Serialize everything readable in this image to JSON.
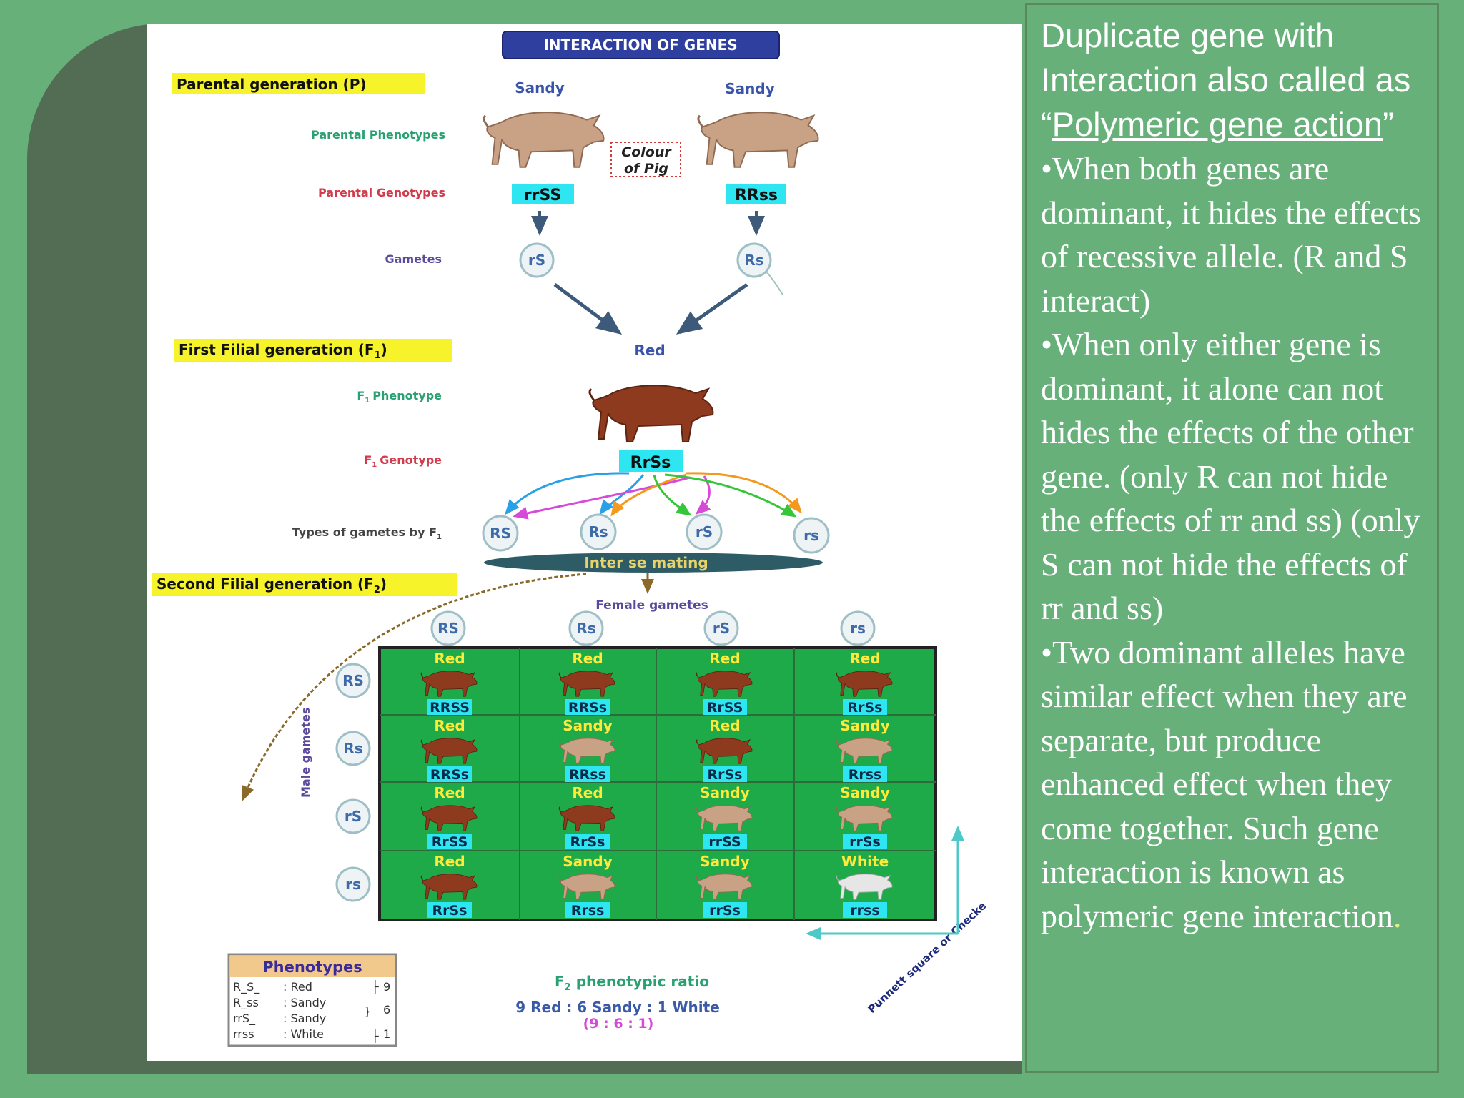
{
  "diagram": {
    "title": "INTERACTION OF GENES",
    "left_labels": {
      "parental_generation": "Parental generation (P)",
      "parental_phenotypes": "Parental Phenotypes",
      "parental_genotypes": "Parental Genotypes",
      "gametes": "Gametes",
      "first_filial": "First Filial generation (F",
      "first_filial_sub": "1",
      "f1_phenotype": "Phenotype",
      "f1_genotype": "Genotype",
      "f1_prefix": "F",
      "f1_prefix_sub": "1",
      "types_of_gametes": "Types of gametes by F",
      "types_of_gametes_sub": "1",
      "second_filial": "Second Filial generation (F",
      "second_filial_sub": "2"
    },
    "parents": [
      {
        "phenotype": "Sandy",
        "genotype": "rrSS",
        "gamete": "rS"
      },
      {
        "phenotype": "Sandy",
        "genotype": "RRss",
        "gamete": "Rs"
      }
    ],
    "colour_note": [
      "Colour",
      "of Pig"
    ],
    "f1": {
      "phenotype": "Red",
      "genotype": "RrSs"
    },
    "f1_gametes": [
      "RS",
      "Rs",
      "rS",
      "rs"
    ],
    "inter_se": "Inter se mating",
    "female_gametes_label": "Female gametes",
    "male_gametes_label": "Male gametes",
    "female_gametes": [
      "RS",
      "Rs",
      "rS",
      "rs"
    ],
    "male_gametes": [
      "RS",
      "Rs",
      "rS",
      "rs"
    ],
    "punnett": [
      [
        {
          "ph": "Red",
          "g": "RRSS"
        },
        {
          "ph": "Red",
          "g": "RRSs"
        },
        {
          "ph": "Red",
          "g": "RrSS"
        },
        {
          "ph": "Red",
          "g": "RrSs"
        }
      ],
      [
        {
          "ph": "Red",
          "g": "RRSs"
        },
        {
          "ph": "Sandy",
          "g": "RRss"
        },
        {
          "ph": "Red",
          "g": "RrSs"
        },
        {
          "ph": "Sandy",
          "g": "Rrss"
        }
      ],
      [
        {
          "ph": "Red",
          "g": "RrSS"
        },
        {
          "ph": "Red",
          "g": "RrSs"
        },
        {
          "ph": "Sandy",
          "g": "rrSS"
        },
        {
          "ph": "Sandy",
          "g": "rrSs"
        }
      ],
      [
        {
          "ph": "Red",
          "g": "RrSs"
        },
        {
          "ph": "Sandy",
          "g": "Rrss"
        },
        {
          "ph": "Sandy",
          "g": "rrSs"
        },
        {
          "ph": "White",
          "g": "rrss"
        }
      ]
    ],
    "punnett_label": "Punnett square or Checke",
    "phenotypes_box": {
      "title": "Phenotypes",
      "rows": [
        {
          "g": "R_S_",
          "p": ": Red",
          "n": "9"
        },
        {
          "g": "R_ss",
          "p": ": Sandy",
          "n": "6"
        },
        {
          "g": "rrS_",
          "p": ": Sandy",
          "n": ""
        },
        {
          "g": "rrss",
          "p": ": White",
          "n": "1"
        }
      ]
    },
    "ratio": {
      "label_prefix": "F",
      "label_sub": "2",
      "label_rest": " phenotypic ratio",
      "line": "9 Red : 6 Sandy : 1 White",
      "short": "(9 : 6 : 1)"
    }
  },
  "text_panel": {
    "heading_a": "Duplicate gene with Interaction also called as “",
    "heading_link": "Polymeric gene action",
    "heading_b": "”",
    "bullet1": "•When both genes are dominant, it hides the effects of recessive allele. (R and S interact)",
    "bullet2": "•When only either gene is dominant, it alone can not hides the effects of the other gene. (only R can not hide the effects of rr and ss) (only S can not hide the effects of rr and ss)",
    "bullet3": "•Two dominant alleles have similar effect when they are separate, but produce enhanced effect when they come together. Such gene interaction is known as polymeric gene interaction",
    "bullet3_end": "."
  },
  "colors": {
    "slide_bg": "#67b07a",
    "frame": "#536d54",
    "punnett_bg": "#1faa4a",
    "red_pig": "#8e3a1f",
    "sandy_pig": "#c9a184",
    "white_pig": "#e6e6e6",
    "highlight_yellow": "#f7f32a",
    "highlight_cyan": "#2ee6f2"
  }
}
